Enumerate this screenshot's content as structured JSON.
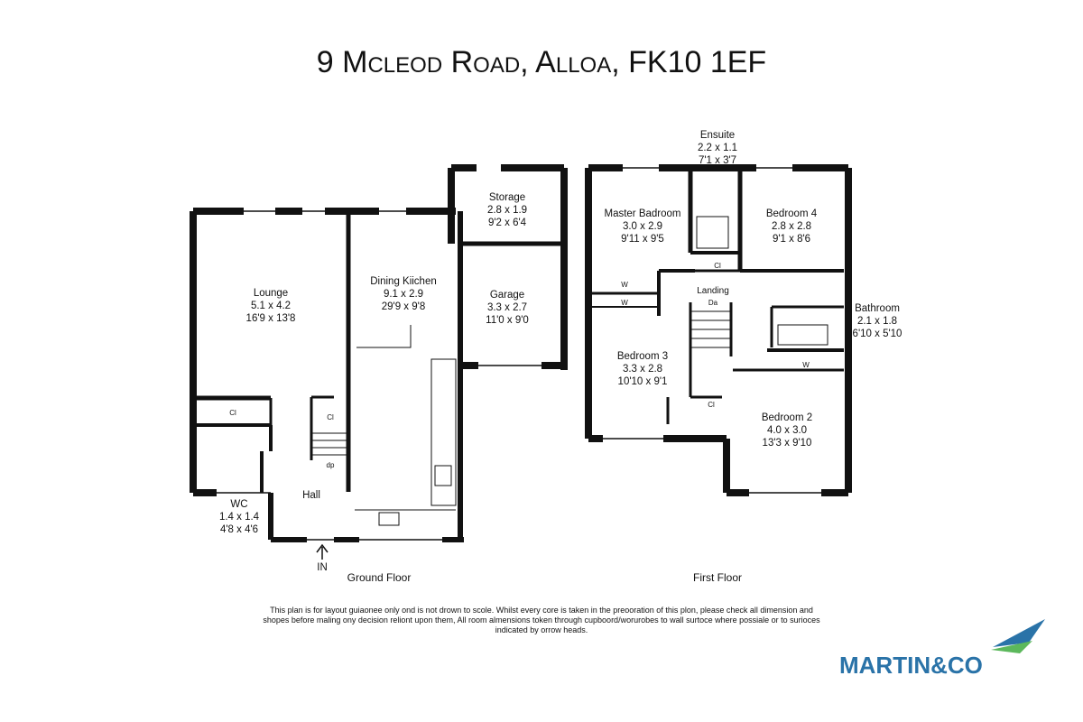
{
  "title": "9 Mcleod Road, Alloa, FK10 1EF",
  "floors": {
    "ground": "Ground Floor",
    "first": "First Floor"
  },
  "rooms": {
    "lounge": {
      "name": "Lounge",
      "metric": "5.1 x 4.2",
      "imperial": "16'9 x 13'8"
    },
    "dining": {
      "name": "Dining Kiichen",
      "metric": "9.1 x 2.9",
      "imperial": "29'9 x 9'8"
    },
    "storage": {
      "name": "Storage",
      "metric": "2.8 x 1.9",
      "imperial": "9'2 x 6'4"
    },
    "garage": {
      "name": "Garage",
      "metric": "3.3 x 2.7",
      "imperial": "11'0 x 9'0"
    },
    "wc": {
      "name": "WC",
      "metric": "1.4 x 1.4",
      "imperial": "4'8 x 4'6"
    },
    "hall": {
      "name": "Hall"
    },
    "ensuite": {
      "name": "Ensuite",
      "metric": "2.2 x 1.1",
      "imperial": "7'1 x 3'7"
    },
    "master": {
      "name": "Master Badroom",
      "metric": "3.0 x 2.9",
      "imperial": "9'11 x 9'5"
    },
    "bedroom4": {
      "name": "Bedroom 4",
      "metric": "2.8 x 2.8",
      "imperial": "9'1 x 8'6"
    },
    "bathroom": {
      "name": "Bathroom",
      "metric": "2.1 x 1.8",
      "imperial": "6'10 x 5'10"
    },
    "bedroom3": {
      "name": "Bedroom 3",
      "metric": "3.3 x 2.8",
      "imperial": "10'10 x 9'1"
    },
    "bedroom2": {
      "name": "Bedroom 2",
      "metric": "4.0 x 3.0",
      "imperial": "13'3 x 9'10"
    },
    "landing": {
      "name": "Landing"
    }
  },
  "small_labels": {
    "cl": "Cl",
    "w": "W",
    "up": "dp",
    "dn": "Da",
    "entrance": "IN"
  },
  "disclaimer": "This plan is for layout guiaonee only ond is not drown to scole. Whilst every core is taken in the preooration of this plon, please check all dimension and shopes before maling ony decision reliont upon them, All room almensions token through cupboord/worurobes to wall surtoce where possiale or to surioces indicated by orrow heads.",
  "logo": {
    "text": "MARTIN&CO",
    "color": "#2a73a8",
    "accent": "#5cb85c"
  }
}
